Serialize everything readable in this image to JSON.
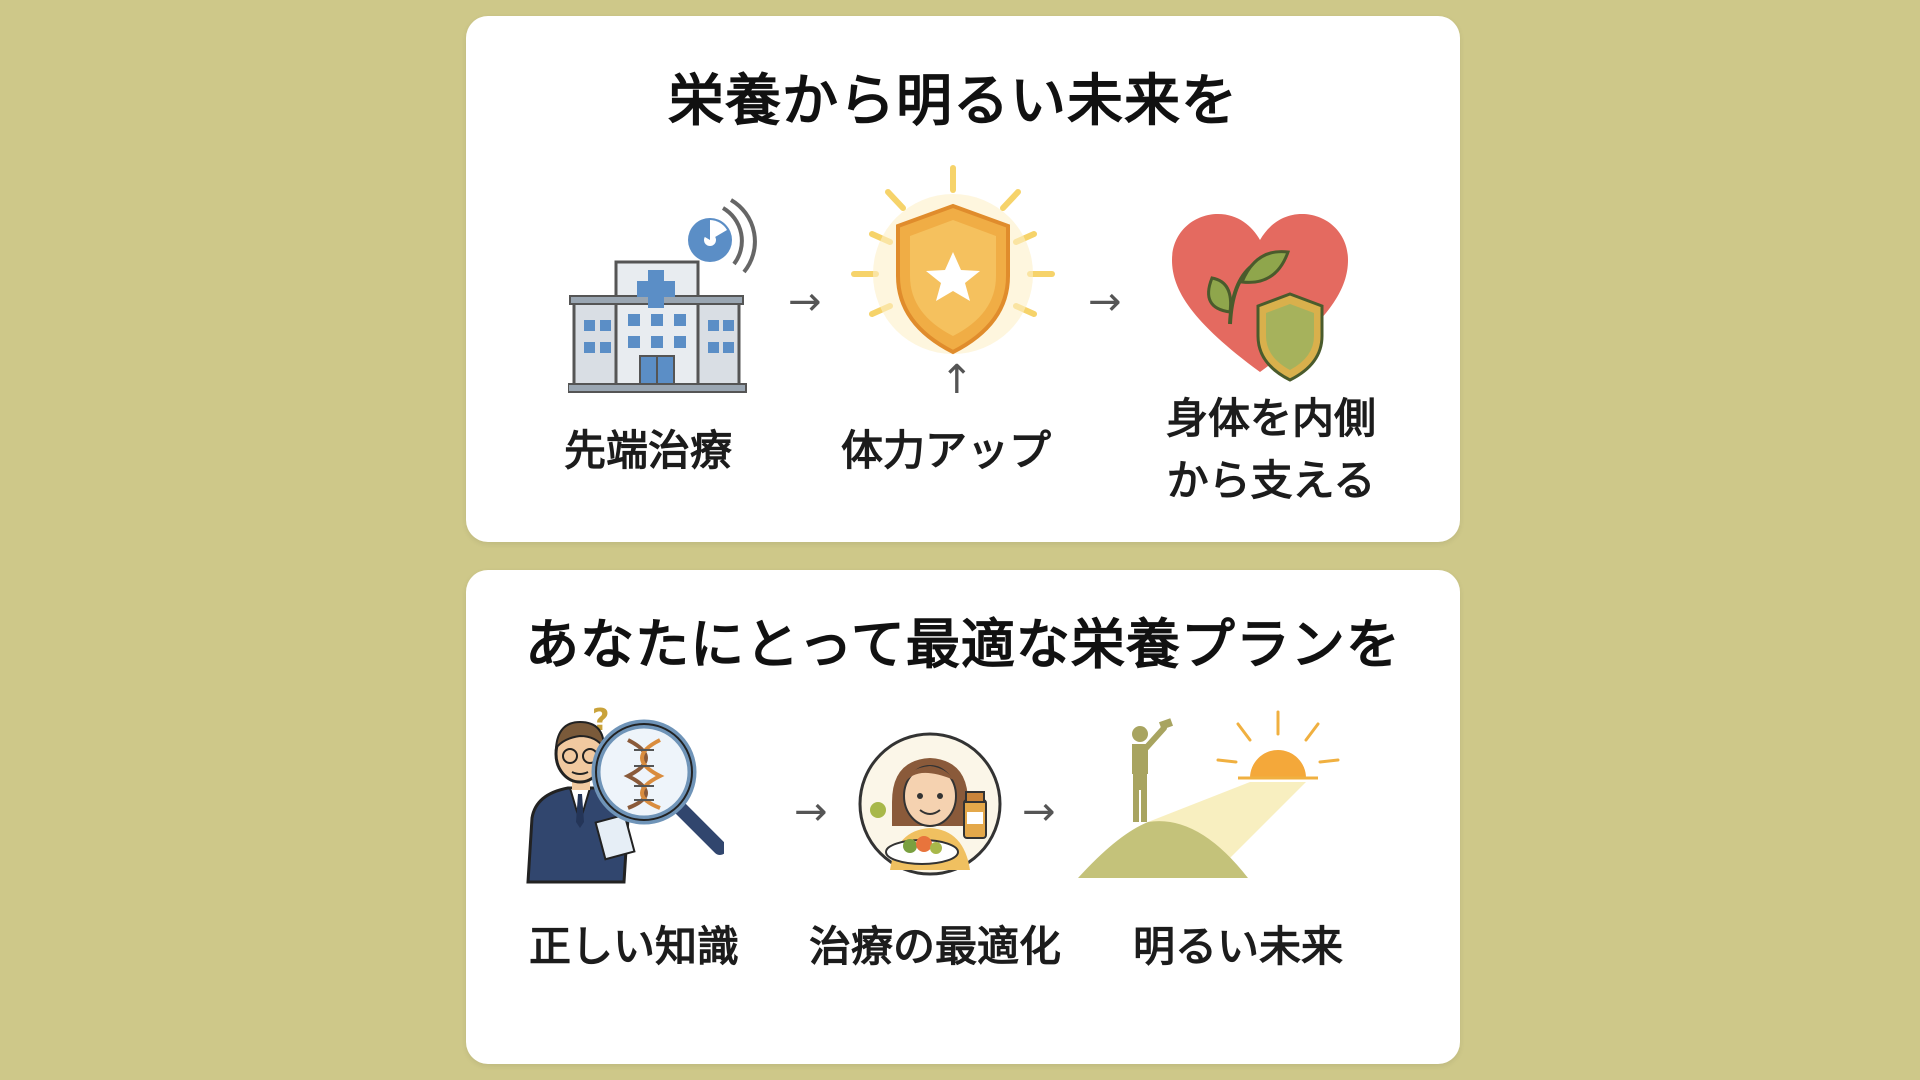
{
  "section1": {
    "title": "栄養から明るい未来を",
    "steps": [
      {
        "label": "先端治療",
        "icon": "hospital-icon"
      },
      {
        "label": "体力アップ",
        "icon": "shield-star-icon"
      },
      {
        "label": "身体を内側から支える",
        "label_lines": [
          "身体を内側",
          "から支える"
        ],
        "icon": "heart-leaf-shield-icon"
      }
    ],
    "arrow": "→",
    "up_arrow": "↑"
  },
  "section2": {
    "title": "あなたにとって最適な栄養プランを",
    "steps": [
      {
        "label": "正しい知識",
        "icon": "doctor-dna-magnifier-icon"
      },
      {
        "label": "治療の最適化",
        "icon": "woman-healthy-meal-icon"
      },
      {
        "label": "明るい未来",
        "icon": "person-on-hill-sunrise-icon"
      }
    ],
    "arrow": "→"
  },
  "colors": {
    "background": "#cec889",
    "card": "#ffffff",
    "shield": "#f0ad45",
    "heart": "#e46a60",
    "hospital_blue": "#5b8ec6"
  }
}
